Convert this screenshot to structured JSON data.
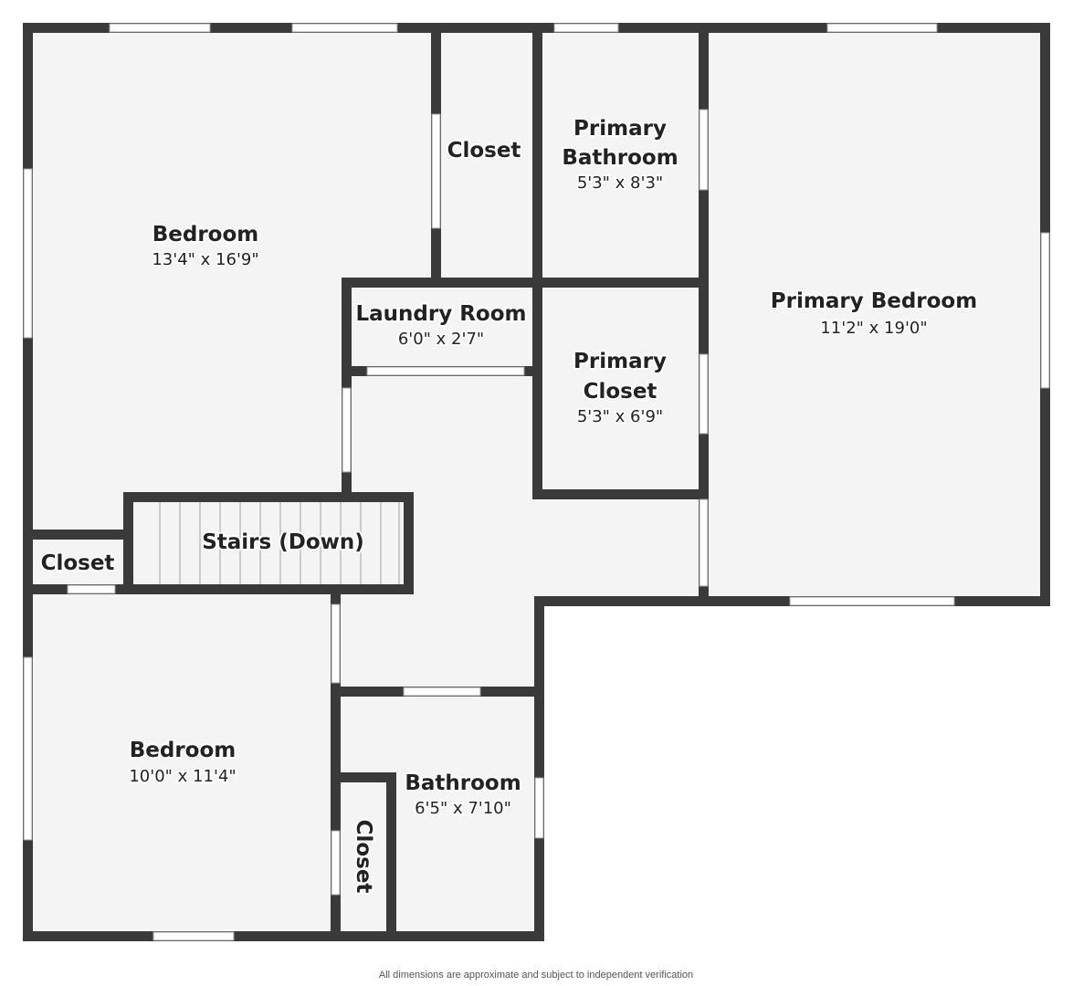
{
  "rooms": {
    "bedroom_1": {
      "name": "Bedroom",
      "dimensions": "13'4\" x 16'9\""
    },
    "closet_1": {
      "name": "Closet"
    },
    "primary_bathroom": {
      "name_line1": "Primary",
      "name_line2": "Bathroom",
      "dimensions": "5'3\" x 8'3\""
    },
    "primary_bedroom": {
      "name": "Primary Bedroom",
      "dimensions": "11'2\" x 19'0\""
    },
    "laundry_room": {
      "name": "Laundry Room",
      "dimensions": "6'0\" x 2'7\""
    },
    "primary_closet": {
      "name_line1": "Primary",
      "name_line2": "Closet",
      "dimensions": "5'3\" x 6'9\""
    },
    "stairs": {
      "name": "Stairs (Down)"
    },
    "closet_2": {
      "name": "Closet"
    },
    "bedroom_2": {
      "name": "Bedroom",
      "dimensions": "10'0\" x 11'4\""
    },
    "bathroom": {
      "name": "Bathroom",
      "dimensions": "6'5\" x 7'10\""
    },
    "closet_3": {
      "name": "Closet"
    }
  },
  "footnote": "All dimensions are approximate and subject to independent verification",
  "colors": {
    "wall": "#3a3a3a",
    "floor": "#f4f4f4",
    "background": "#ffffff"
  }
}
